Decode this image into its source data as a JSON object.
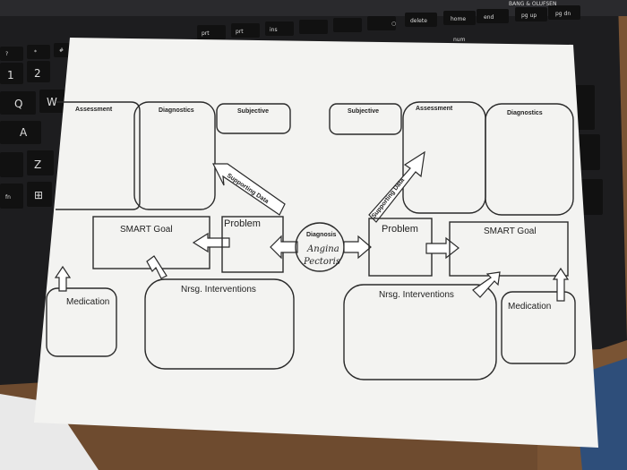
{
  "keyboard": {
    "brand": "BANG & OLUFSEN",
    "top_keys": [
      "prt",
      "prt",
      "ins",
      "○",
      "delete",
      "home",
      "end",
      "pg up",
      "pg dn"
    ],
    "left_keys": [
      "?",
      "*",
      "#",
      "1",
      "2",
      "Q",
      "W",
      "A",
      "Z",
      "fn",
      "⊞"
    ],
    "num_key": "num"
  },
  "worksheet": {
    "left": {
      "assessment": "Assessment",
      "diagnostics": "Diagnostics",
      "subjective": "Subjective",
      "supporting_data": "Supporting Data",
      "smart_goal": "SMART Goal",
      "problem": "Problem",
      "medication": "Medication",
      "nrsg_interventions": "Nrsg. Interventions"
    },
    "right": {
      "subjective": "Subjective",
      "assessment": "Assessment",
      "diagnostics": "Diagnostics",
      "supporting_data": "Supporting Data",
      "problem": "Problem",
      "smart_goal": "SMART Goal",
      "nrsg_interventions": "Nrsg. Interventions",
      "medication": "Medication"
    },
    "center": {
      "diagnosis": "Diagnosis",
      "handwritten_line1": "Angina",
      "handwritten_line2": "Pectoris"
    }
  }
}
